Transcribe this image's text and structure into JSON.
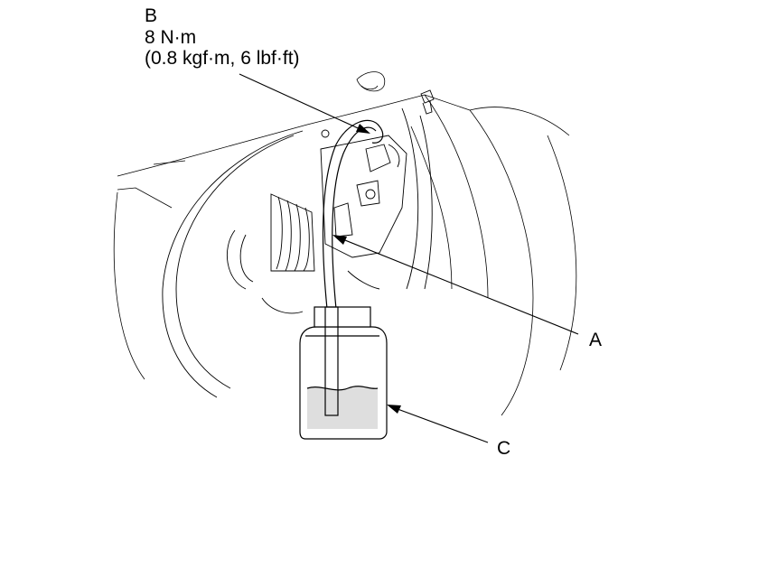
{
  "callouts": {
    "b": {
      "letter": "B",
      "torque": "8 N·m",
      "torque_alt": "(0.8 kgf·m, 6 lbf·ft)"
    },
    "a": {
      "letter": "A"
    },
    "c": {
      "letter": "C"
    }
  },
  "colors": {
    "line": "#000000",
    "fluid": "#dedede",
    "background": "#ffffff"
  }
}
